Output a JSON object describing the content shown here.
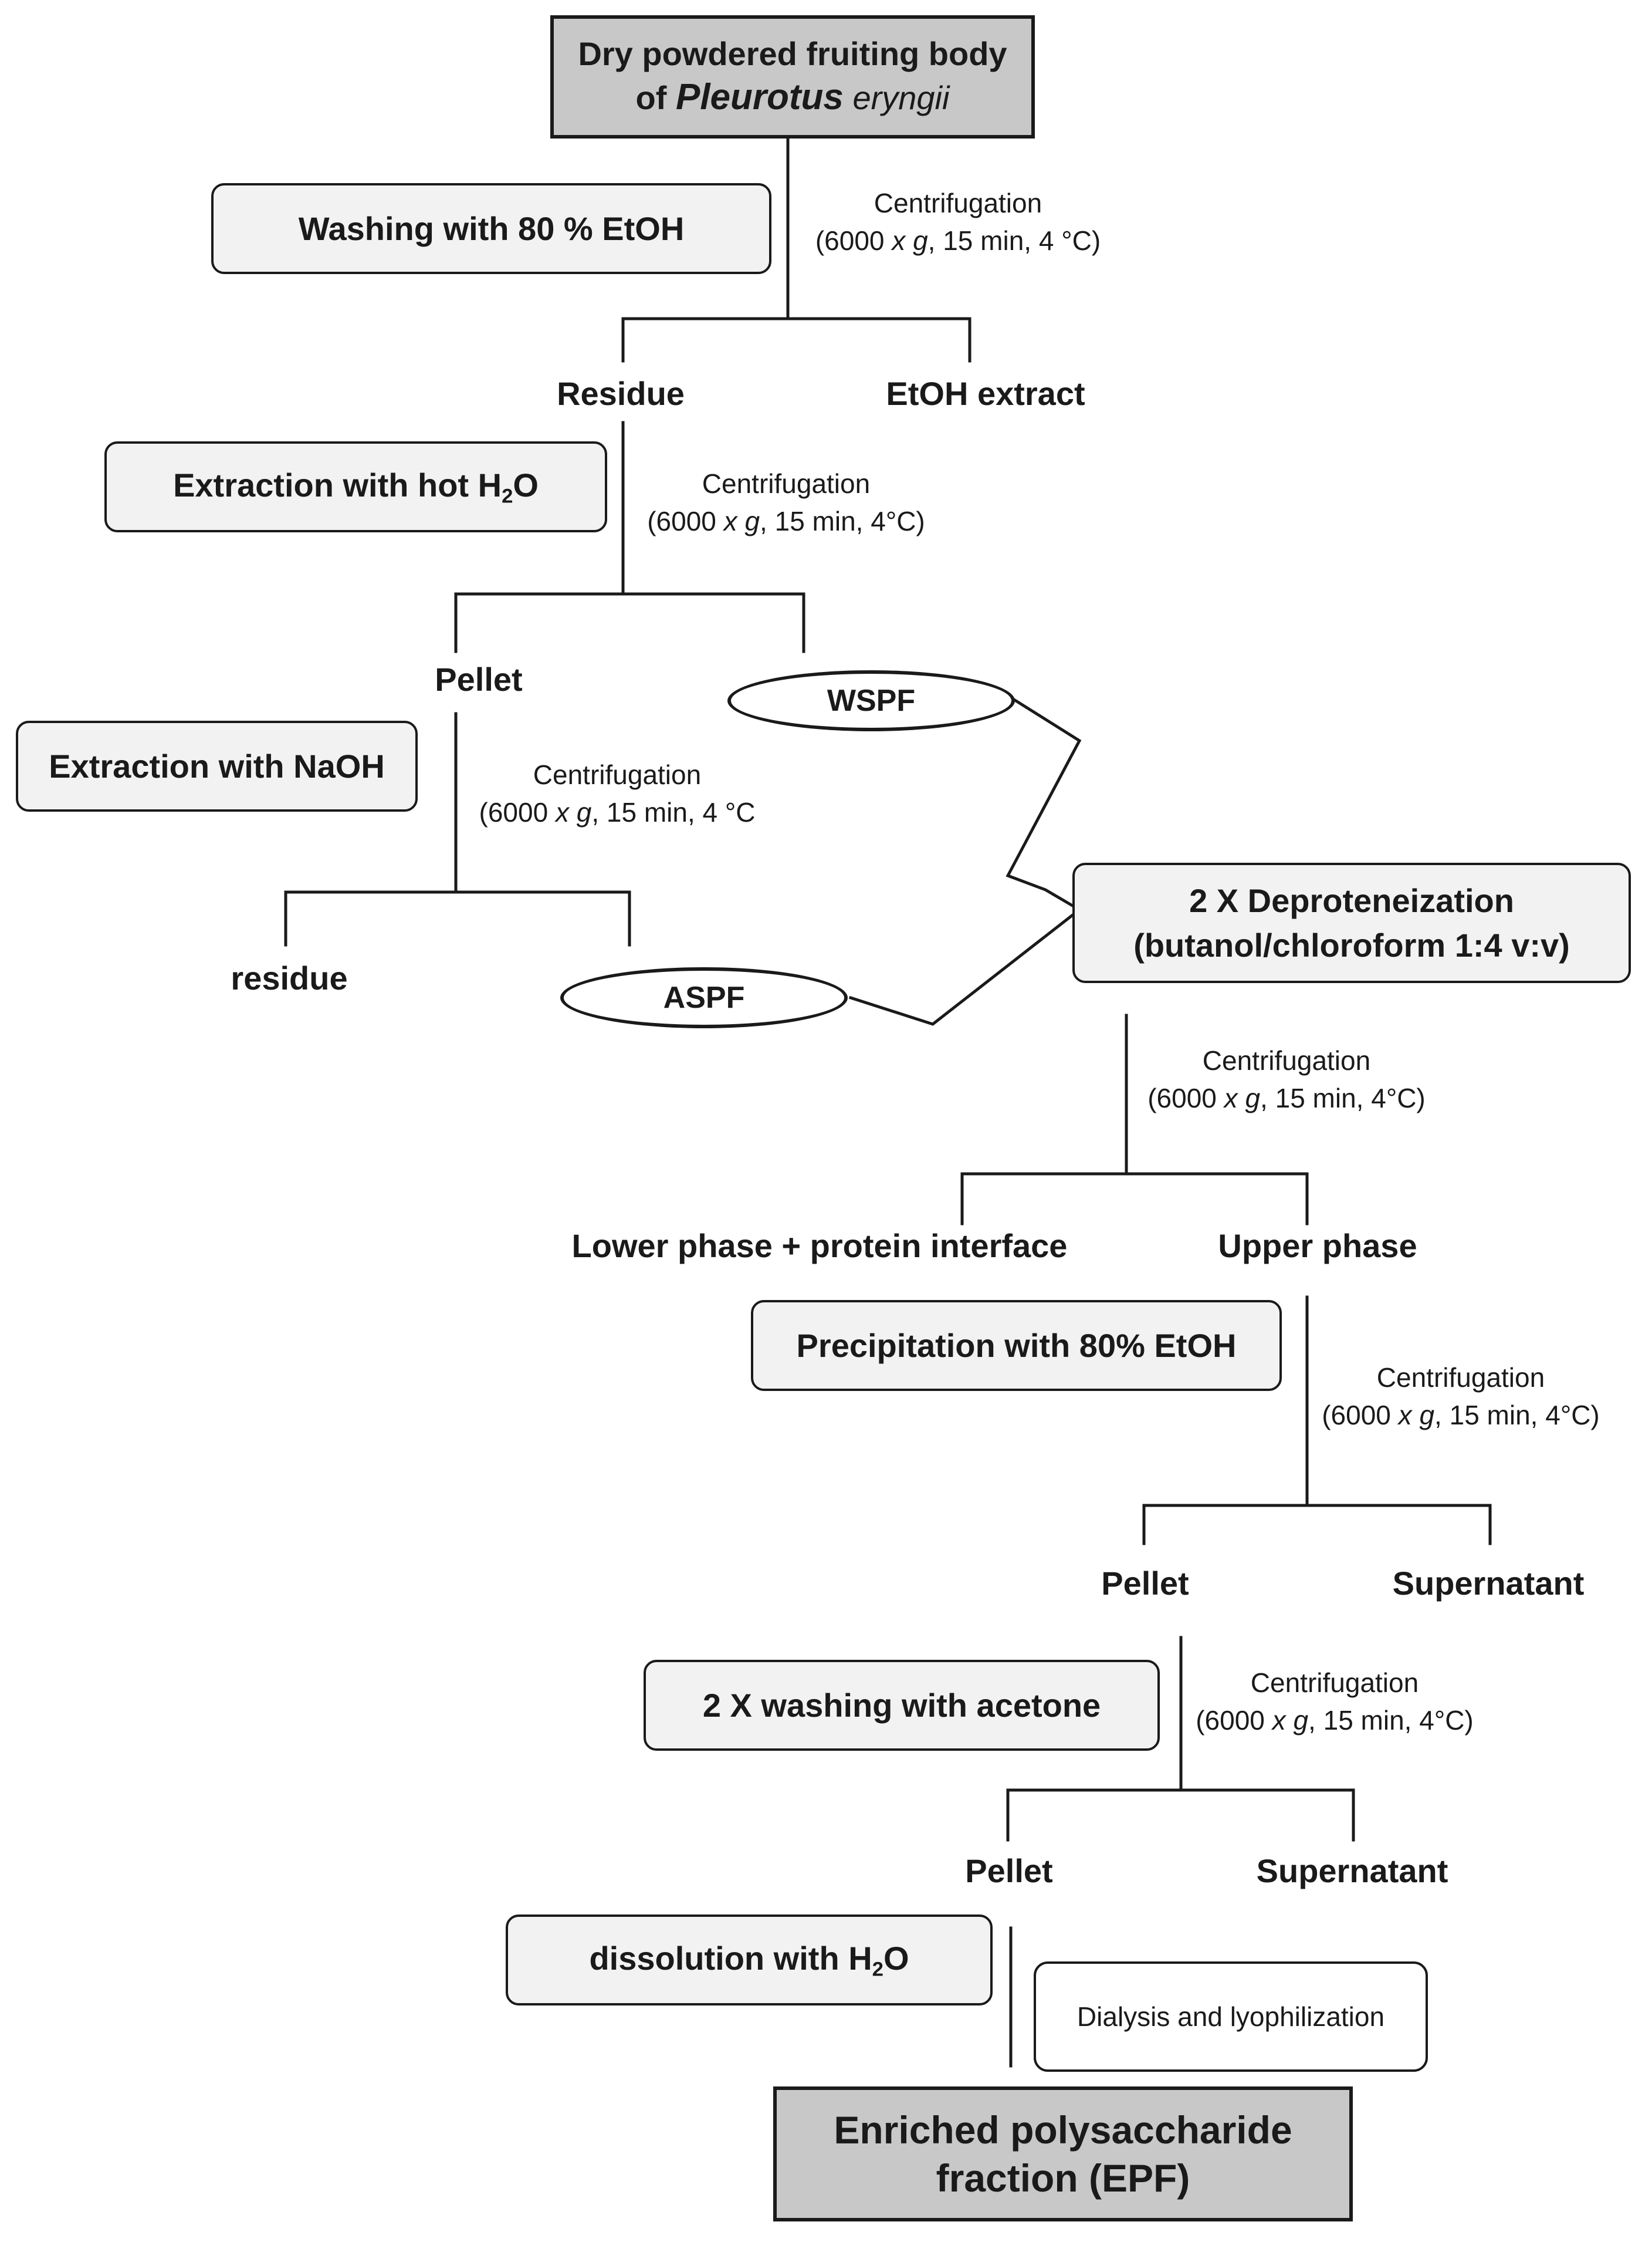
{
  "start": {
    "line1": "Dry powdered fruiting body",
    "of": "of",
    "genus": "Pleurotus",
    "species": "eryngii"
  },
  "steps": {
    "wash_etoh": "Washing with 80 % EtOH",
    "hot_water": {
      "pre": "Extraction with hot H",
      "sub": "2",
      "post": "O"
    },
    "naoh": "Extraction with NaOH",
    "deprot_line1": "2 X Deproteneization",
    "deprot_line2": "(butanol/chloroform  1:4 v:v)",
    "precip": "Precipitation with 80% EtOH",
    "acetone": "2 X washing with  acetone",
    "dissolution": {
      "pre": "dissolution with  H",
      "sub": "2",
      "post": "O"
    },
    "dialysis": "Dialysis  and lyophilization"
  },
  "centrifugation": {
    "label": "Centrifugation",
    "c1": {
      "pre": "(6000 ",
      "x": "x",
      "g": "g",
      "post": ", 15 min, 4 °C)"
    },
    "c2": {
      "pre": "(6000 ",
      "x": "x",
      "g": "g",
      "post": ", 15 min, 4°C)"
    },
    "c3": {
      "pre": "(6000 ",
      "x": "x",
      "g": "g",
      "post": ", 15 min, 4 °C"
    },
    "c4": {
      "pre": "(6000 ",
      "x": "x",
      "g": "g",
      "post": ", 15 min, 4°C)"
    },
    "c5": {
      "pre": "(6000 ",
      "x": "x",
      "g": "g",
      "post": ", 15 min, 4°C)"
    },
    "c6": {
      "pre": "(6000 ",
      "x": "x",
      "g": "g",
      "post": ", 15 min, 4°C)"
    }
  },
  "products": {
    "residue1": "Residue",
    "etoh_extract": "EtOH extract",
    "pellet1": "Pellet",
    "wspf": "WSPF",
    "residue2": "residue",
    "aspf": "ASPF",
    "lower_phase": "Lower phase + protein interface",
    "upper_phase": "Upper phase",
    "pellet2": "Pellet",
    "supernatant1": "Supernatant",
    "pellet3": "Pellet",
    "supernatant2": "Supernatant"
  },
  "final": {
    "line1": "Enriched polysaccharide",
    "line2": "fraction (EPF)"
  }
}
